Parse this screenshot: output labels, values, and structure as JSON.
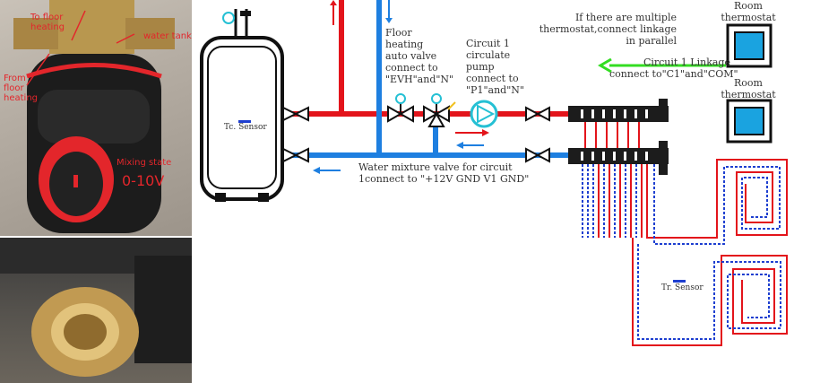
{
  "photo_labels": {
    "to_floor_heating": "To floor\nheating",
    "water_tank": "water tank",
    "from_floor_heating": "From\nfloor\nheating",
    "mixing_state": "Mixing state",
    "range": "0-10V"
  },
  "diagram": {
    "floor_heating_valve_note": "Floor\nheating\nauto valve\nconnect to\n\"EVH\"and\"N\"",
    "circuit_pump_note": "Circuit 1\ncirculate\npump\nconnect to\n\"P1\"and\"N\"",
    "mixture_valve_note": "Water mixture valve for circuit\n1connect to \"+12V GND V1 GND\"",
    "multiple_thermostat_note": "If there are multiple\nthermostat,connect linkage\nin parallel",
    "linkage_note": "Circuit 1 Linkage\nconnect to\"C1\"and\"COM\"",
    "room_thermostat_1": "Room\nthermostat",
    "room_thermostat_2": "Room\nthermostat",
    "tc_sensor": "Tc. Sensor",
    "tr_sensor": "Tr. Sensor"
  },
  "colors": {
    "hot": "#e3141b",
    "cold": "#1e7fe0",
    "linkage": "#33dd22",
    "thermostat_screen": "#1aa3e0"
  }
}
